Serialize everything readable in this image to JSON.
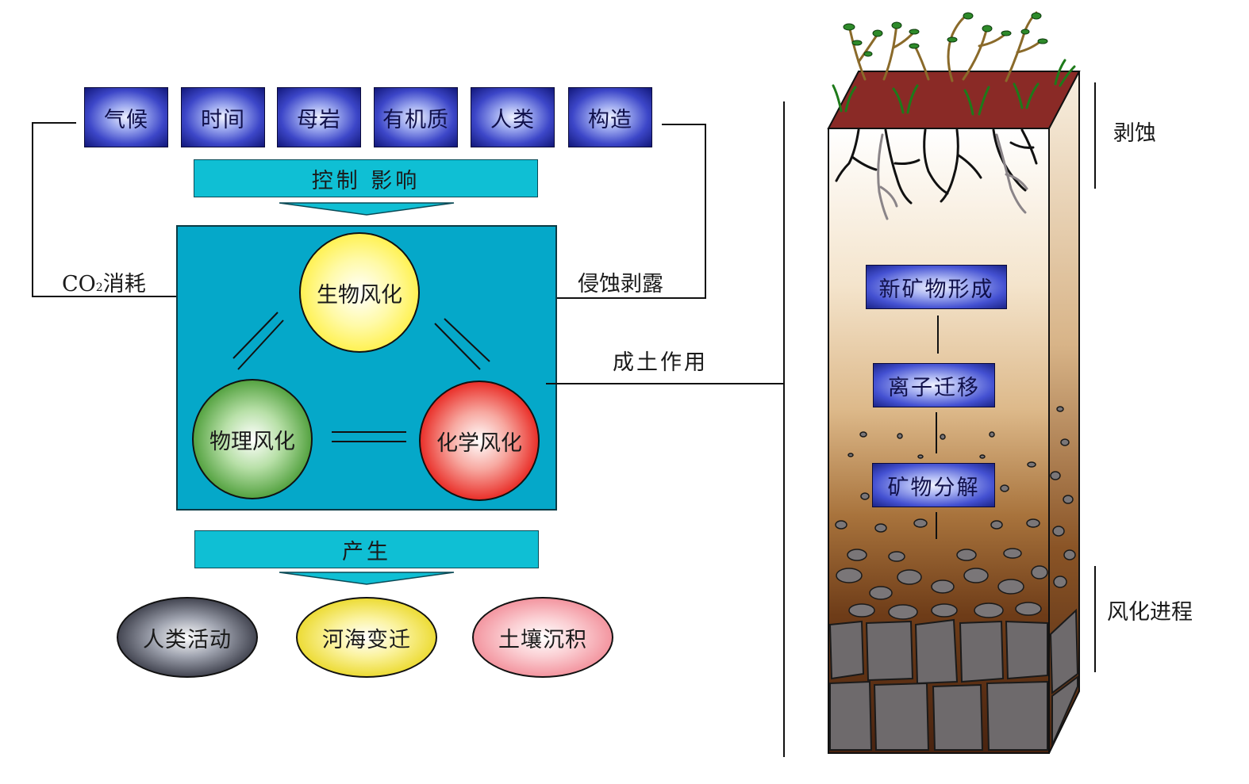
{
  "factors": [
    "气候",
    "时间",
    "母岩",
    "有机质",
    "人类",
    "构造"
  ],
  "control_bar": "控制 影响",
  "weathering": {
    "bio": "生物风化",
    "phys": "物理风化",
    "chem": "化学风化"
  },
  "left_label_prefix": "CO",
  "left_label_sub": "2",
  "left_label_suffix": "消耗",
  "right_label": "侵蚀剥露",
  "produce_bar": "产生",
  "outcomes": [
    "人类活动",
    "河海变迁",
    "土壤沉积"
  ],
  "soil_label": "成土作用",
  "profile_processes": [
    "新矿物形成",
    "离子迁移",
    "矿物分解"
  ],
  "side_labels": {
    "top": "剥蚀",
    "bottom": "风化进程"
  },
  "colors": {
    "main_box": "#05a8c9",
    "bar": "#0fbfd4",
    "factor_blue": "#3c46c8",
    "bio": "#ffef3a",
    "phys": "#3a9a2e",
    "chem": "#e8221c",
    "outcome_dark": "#1c1c24",
    "outcome_yellow": "#e6d21a",
    "outcome_pink": "#f08a96",
    "soil_top": "#8a2a26"
  }
}
